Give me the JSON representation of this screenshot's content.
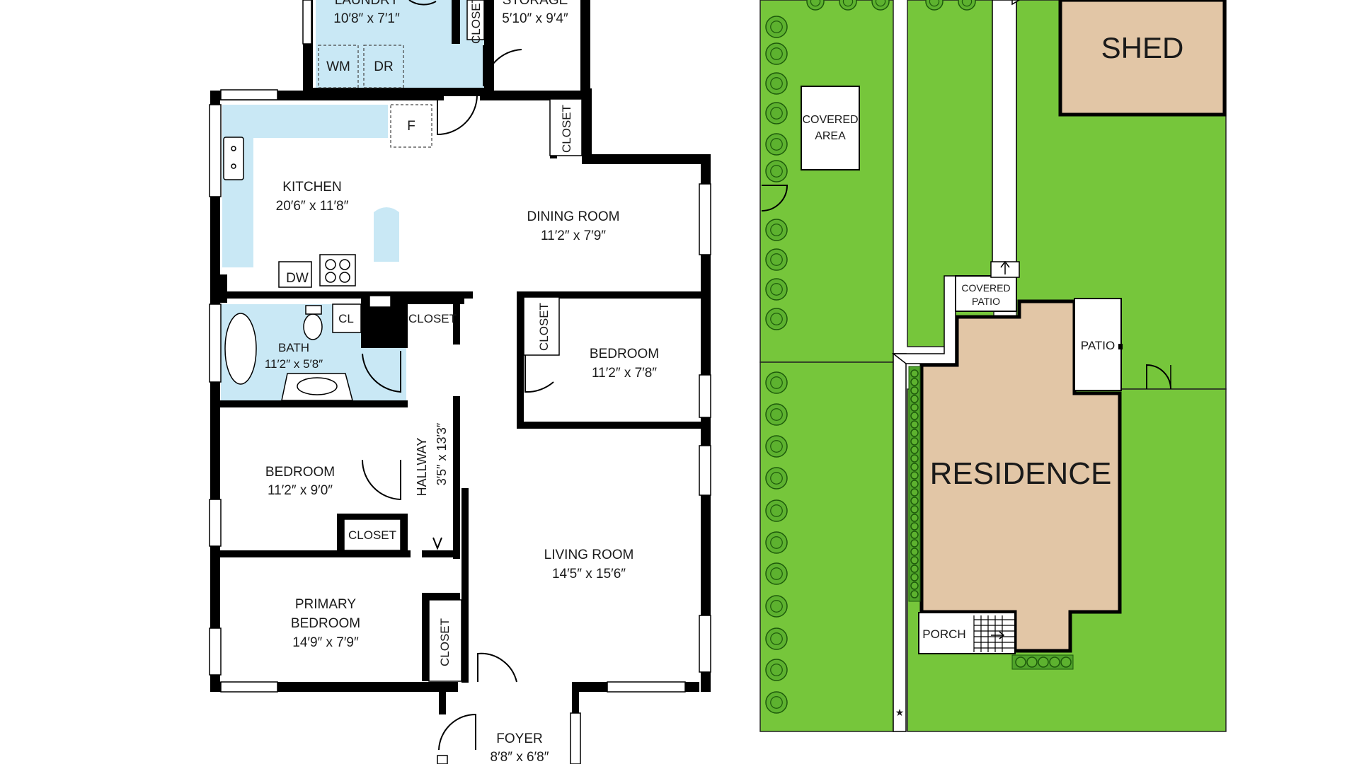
{
  "floor_plan": {
    "laundry": {
      "name": "LAUNDRY",
      "dims": "10′8″ x 7′1″",
      "washer": "WM",
      "dryer": "DR"
    },
    "storage": {
      "name": "STORAGE",
      "dims": "5′10″ x 9′4″"
    },
    "storage_closet": "CLOSET",
    "fridge": "F",
    "kitchen_closet": "CLOSET",
    "kitchen": {
      "name": "KITCHEN",
      "dims": "20′6″ x 11′8″",
      "dishwasher": "DW"
    },
    "dining": {
      "name": "DINING ROOM",
      "dims": "11′2″ x 7′9″"
    },
    "bath": {
      "name": "BATH",
      "dims": "11′2″ x 5′8″",
      "linen": "CL"
    },
    "hall_closet": "CLOSET",
    "bedroom_closet_top": "CLOSET",
    "bedroom_top": {
      "name": "BEDROOM",
      "dims": "11′2″ x 7′8″"
    },
    "hallway": {
      "name": "HALLWAY",
      "dims": "3′5″ x 13′3″"
    },
    "bedroom_left": {
      "name": "BEDROOM",
      "dims": "11′2″ x 9′0″"
    },
    "bedroom_left_closet": "CLOSET",
    "living": {
      "name": "LIVING ROOM",
      "dims": "14′5″ x 15′6″"
    },
    "primary": {
      "name_line1": "PRIMARY",
      "name_line2": "BEDROOM",
      "dims": "14′9″ x 7′9″"
    },
    "primary_closet": "CLOSET",
    "foyer": {
      "name": "FOYER",
      "dims": "8′8″ x 6′8″"
    }
  },
  "site_plan": {
    "covered_area": {
      "line1": "COVERED",
      "line2": "AREA"
    },
    "shed": "SHED",
    "covered_patio": {
      "line1": "COVERED",
      "line2": "PATIO"
    },
    "patio": "PATIO",
    "residence": "RESIDENCE",
    "porch": "PORCH"
  },
  "colors": {
    "wet_areas": "#c9e8f5",
    "lawn": "#76c63b",
    "buildings": "#e2c6a6",
    "walls": "#000000"
  }
}
